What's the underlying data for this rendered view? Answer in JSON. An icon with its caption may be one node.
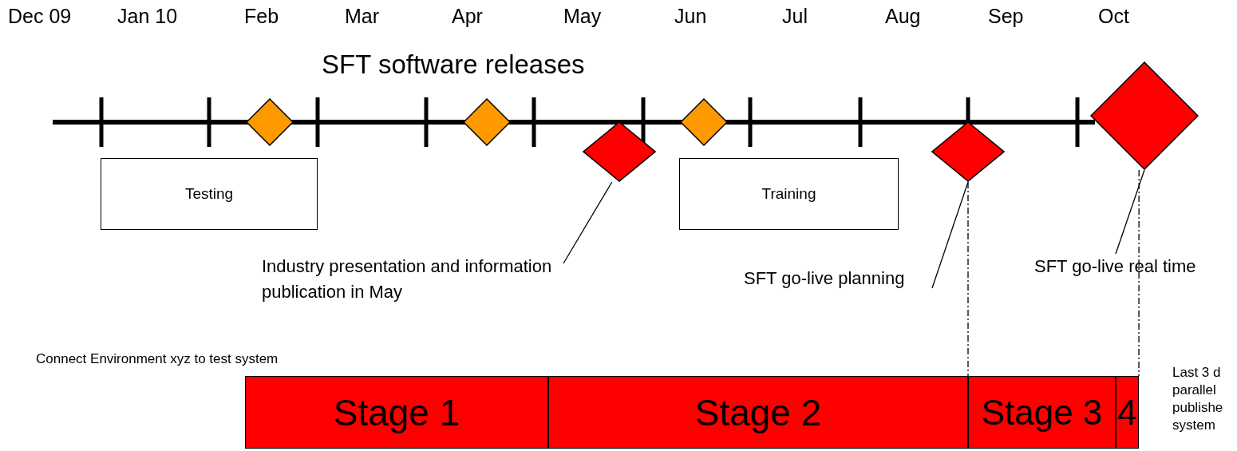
{
  "diagram": {
    "nodes": [
      {
        "text": [
          "Testing"
        ]
      },
      {
        "text": [
          "Training"
        ]
      },
      {
        "text": [],
        "shape": "diamond"
      },
      {
        "text": [],
        "shape": "diamond"
      },
      {
        "text": [],
        "shape": "diamond"
      },
      {
        "text": [],
        "shape": "diamond"
      },
      {
        "text": [],
        "shape": "diamond"
      },
      {
        "text": [],
        "shape": "diamond"
      },
      {
        "text": [
          "Industry presentation and information publication in May"
        ]
      },
      {
        "text": [
          "SFT go-live planning"
        ]
      },
      {
        "text": [
          "SFT go-live real time"
        ]
      },
      {
        "text": [
          "Stage 1"
        ]
      },
      {
        "text": [
          "Stage 2"
        ]
      },
      {
        "text": [
          "Stage 3"
        ]
      },
      {
        "text": [
          "4"
        ]
      }
    ],
    "edges": [
      {
        "from": 8,
        "to": 5,
        "arrow": "none"
      },
      {
        "from": 9,
        "to": 6,
        "arrow": "none"
      },
      {
        "from": 10,
        "to": 7,
        "arrow": "none"
      },
      {
        "from": 6,
        "to": 13,
        "arrow": "none",
        "style": "dashed"
      },
      {
        "from": 7,
        "to": 14,
        "arrow": "none",
        "style": "dashed"
      }
    ],
    "labels": [
      "Dec 09",
      "Jan 10",
      "Feb",
      "Mar",
      "Apr",
      "May",
      "Jun",
      "Jul",
      "Aug",
      "Sep",
      "Oct",
      "SFT software releases",
      "Connect Environment xyz to test system",
      "Last 3 d parallel publishe system"
    ]
  }
}
